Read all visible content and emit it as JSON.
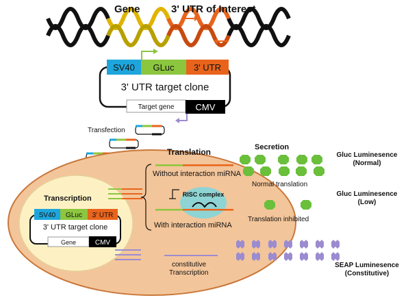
{
  "dna": {
    "gene_label": "Gene",
    "utr_label": "3' UTR of Interest"
  },
  "vector_large": {
    "promoter": "SV40",
    "reporter": "GLuc",
    "utr": "3' UTR",
    "clone_label": "3' UTR target clone",
    "target_gene": "Target gene",
    "cmv": "CMV"
  },
  "transfection_label": "Transfection",
  "translation_title": "Translation",
  "transcription": {
    "title": "Transcription",
    "promoter": "SV40",
    "reporter": "GLuc",
    "utr": "3' UTR",
    "clone_label": "3' UTR target clone",
    "gene": "Gene",
    "cmv": "CMV"
  },
  "pathways": {
    "without": "Without interaction miRNA",
    "with": "With interaction miRNA",
    "risc": "RISC complex"
  },
  "secretion_label": "Secretion",
  "normal_translation": "Normal translation",
  "translation_inhibited": "Translation inhibited",
  "constitutive": {
    "line1": "constitutive",
    "line2": "Transcription"
  },
  "outputs": {
    "gluc_normal_1": "Gluc Luminesence",
    "gluc_normal_2": "(Normal)",
    "gluc_low_1": "Gluc Luminesence",
    "gluc_low_2": "(Low)",
    "seap_1": "SEAP Luminesence",
    "seap_2": "(Constitutive)"
  },
  "colors": {
    "sv40": "#1ea6dc",
    "gluc": "#8cc63f",
    "utr": "#e8641c",
    "cmv": "#000000",
    "gene_strand": "#d4b000",
    "cell": "#f3c59a",
    "cell_border": "#c9773a",
    "nucleus": "#fdf1c4",
    "risc": "#8fd4d4",
    "secreted": "#6abf3b",
    "seap": "#9b8bd0"
  }
}
